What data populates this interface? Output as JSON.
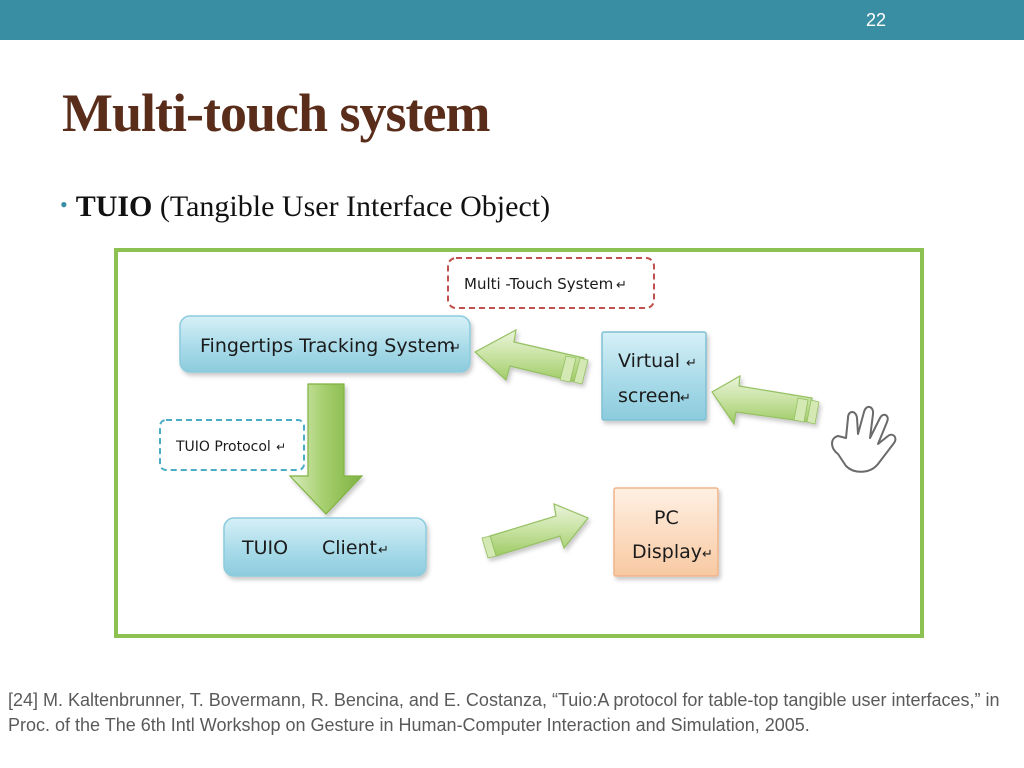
{
  "slide": {
    "page_number": "22",
    "title": "Multi-touch system",
    "bullet": {
      "term": "TUIO",
      "rest": " (Tangible User Interface Object)"
    }
  },
  "diagram": {
    "multi_touch_label": "Multi -Touch System",
    "fingertips_label": "Fingertips Tracking System",
    "virtual_screen_line1": "Virtual",
    "virtual_screen_line2": "screen",
    "tuio_protocol_label": "TUIO Protocol",
    "tuio_client_part1": "TUIO",
    "tuio_client_part2": "Client",
    "pc_display_line1": "PC",
    "pc_display_line2": "Display",
    "return_mark": "↵",
    "colors": {
      "frame_green": "#8dc253",
      "blue_box": "#a9dbe9",
      "orange_box": "#fbd3b4",
      "arrow_green": "#a7cf6e",
      "dashed_red": "#c0504d",
      "dashed_blue": "#4bacc6"
    },
    "icons": [
      "hand-icon",
      "arrow-left-icon",
      "arrow-down-icon",
      "arrow-right-icon"
    ]
  },
  "citation": "[24] M. Kaltenbrunner, T. Bovermann, R. Bencina, and E. Costanza, “Tuio:A protocol for table-top tangible user interfaces,” in Proc. of the The 6th Intl Workshop on Gesture in Human-Computer Interaction and Simulation, 2005."
}
